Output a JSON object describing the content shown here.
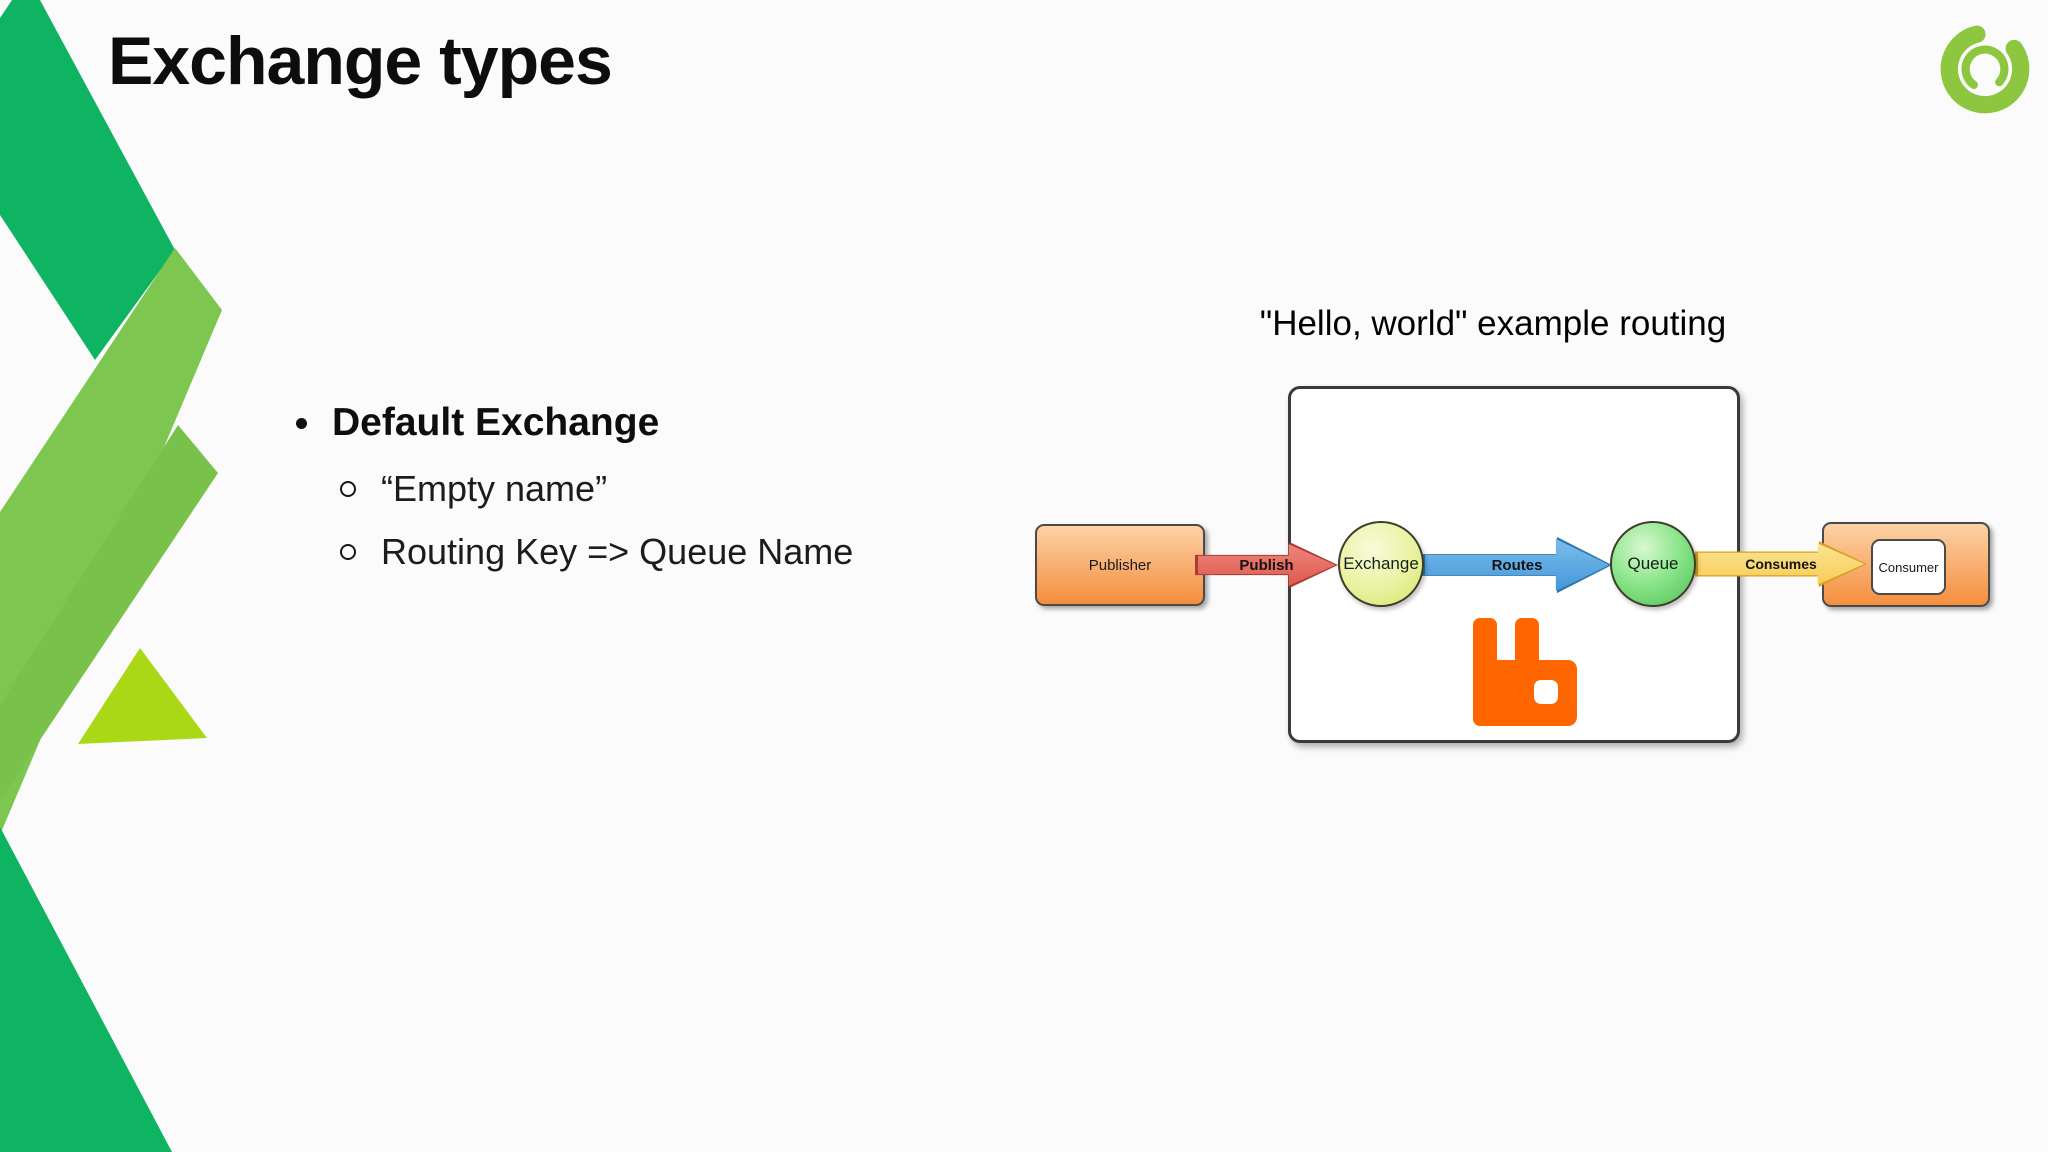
{
  "slide": {
    "title": "Exchange types"
  },
  "bullets": {
    "main": "Default Exchange",
    "subs": [
      "“Empty name”",
      "Routing Key => Queue Name"
    ]
  },
  "diagram": {
    "title": "\"Hello, world\" example routing",
    "nodes": {
      "publisher": "Publisher",
      "exchange": "Exchange",
      "queue": "Queue",
      "consumer": "Consumer"
    },
    "arrows": {
      "publish": "Publish",
      "routes": "Routes",
      "consumes": "Consumes"
    }
  },
  "icons": {
    "company_logo": "green-swirl-ring",
    "rabbitmq_logo": "orange-rabbit-mark"
  },
  "colors": {
    "brand_green_dark": "#0fb463",
    "brand_green_light": "#7dc750",
    "brand_lime": "#aad816",
    "logo_green": "#8dc63f",
    "rabbitmq_orange": "#ff6600",
    "publish_arrow_red": "#e3635a",
    "routes_arrow_blue": "#58a8e4",
    "consumes_arrow_yellow": "#fcd874"
  }
}
